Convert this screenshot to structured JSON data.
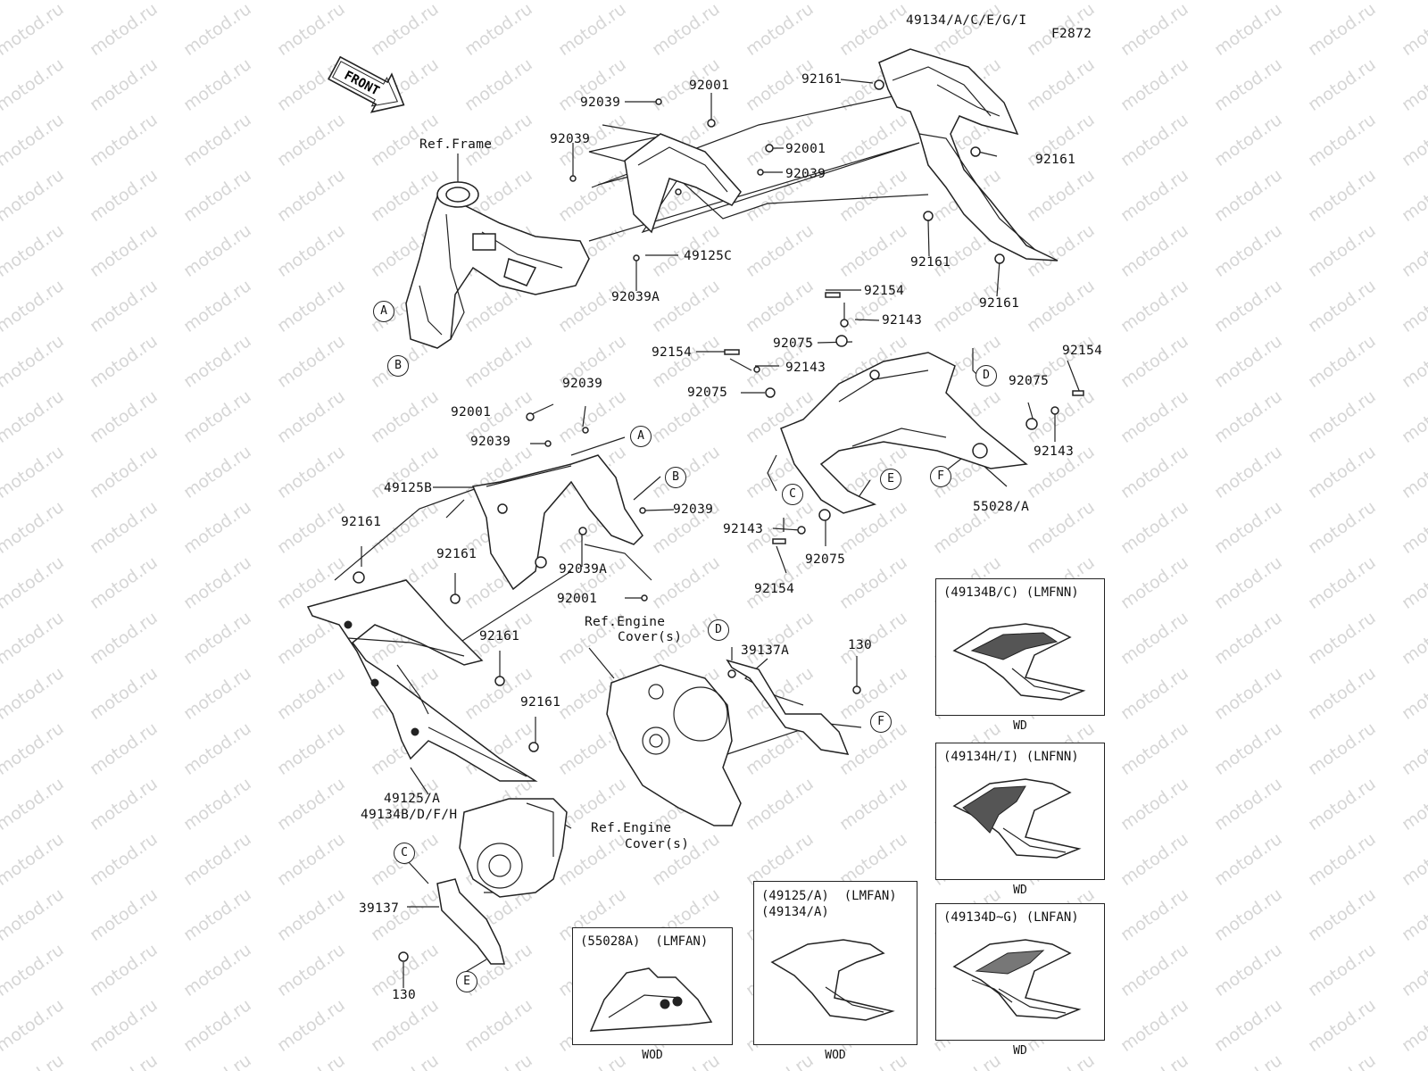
{
  "diagram": {
    "code": "F2872",
    "front_arrow": "FRONT",
    "watermark": "motod.ru"
  },
  "labels": {
    "p49134_top": "49134/A/C/E/G/I",
    "p92161_a": "92161",
    "p92161_b": "92161",
    "p92161_c": "92161",
    "p92161_d": "92161",
    "p92039_a": "92039",
    "p92001_a": "92001",
    "p92039_b": "92039",
    "p92001_b": "92001",
    "p92039_c": "92039",
    "ref_frame": "Ref.Frame",
    "p49125C": "49125C",
    "p92039A_a": "92039A",
    "p92154_a": "92154",
    "p92143_a": "92143",
    "p92075_a": "92075",
    "p92154_b": "92154",
    "p92143_b": "92143",
    "p92075_b": "92075",
    "p92154_c": "92154",
    "p92075_c": "92075",
    "p92143_c": "92143",
    "p55028A": "55028/A",
    "p92143_d": "92143",
    "p92075_d": "92075",
    "p92154_d": "92154",
    "p92039_d": "92039",
    "p92001_c": "92001",
    "p92039_e": "92039",
    "p49125B": "49125B",
    "p92039_f": "92039",
    "p92039A_b": "92039A",
    "p92001_d": "92001",
    "p92161_e": "92161",
    "p92161_f": "92161",
    "p92161_g": "92161",
    "p92161_h": "92161",
    "p49125A": "49125/A",
    "p49134BDFH": "49134B/D/F/H",
    "ref_engine_1a": "Ref.Engine",
    "ref_engine_1b": "Cover(s)",
    "p39137A": "39137A",
    "p130_a": "130",
    "ref_engine_2a": "Ref.Engine",
    "ref_engine_2b": "Cover(s)",
    "p39137": "39137",
    "p130_b": "130"
  },
  "callouts": {
    "A1": "A",
    "B1": "B",
    "D1": "D",
    "C1": "C",
    "E1": "E",
    "F1": "F",
    "A2": "A",
    "B2": "B",
    "D2": "D",
    "F2": "F",
    "C2": "C",
    "E2": "E"
  },
  "insets": {
    "lmfnn": {
      "title": "(49134B/C) (LMFNN)",
      "footer": "WD"
    },
    "lnfnn": {
      "title": "(49134H/I) (LNFNN)",
      "footer": "WD"
    },
    "lnfan": {
      "title": "(49134D~G) (LNFAN)",
      "footer": "WD"
    },
    "lmfan_side": {
      "title": "(49125/A)  (LMFAN)\n(49134/A)",
      "footer": "WOD"
    },
    "lmfan_belly": {
      "title": "(55028A)  (LMFAN)",
      "footer": "WOD"
    }
  }
}
